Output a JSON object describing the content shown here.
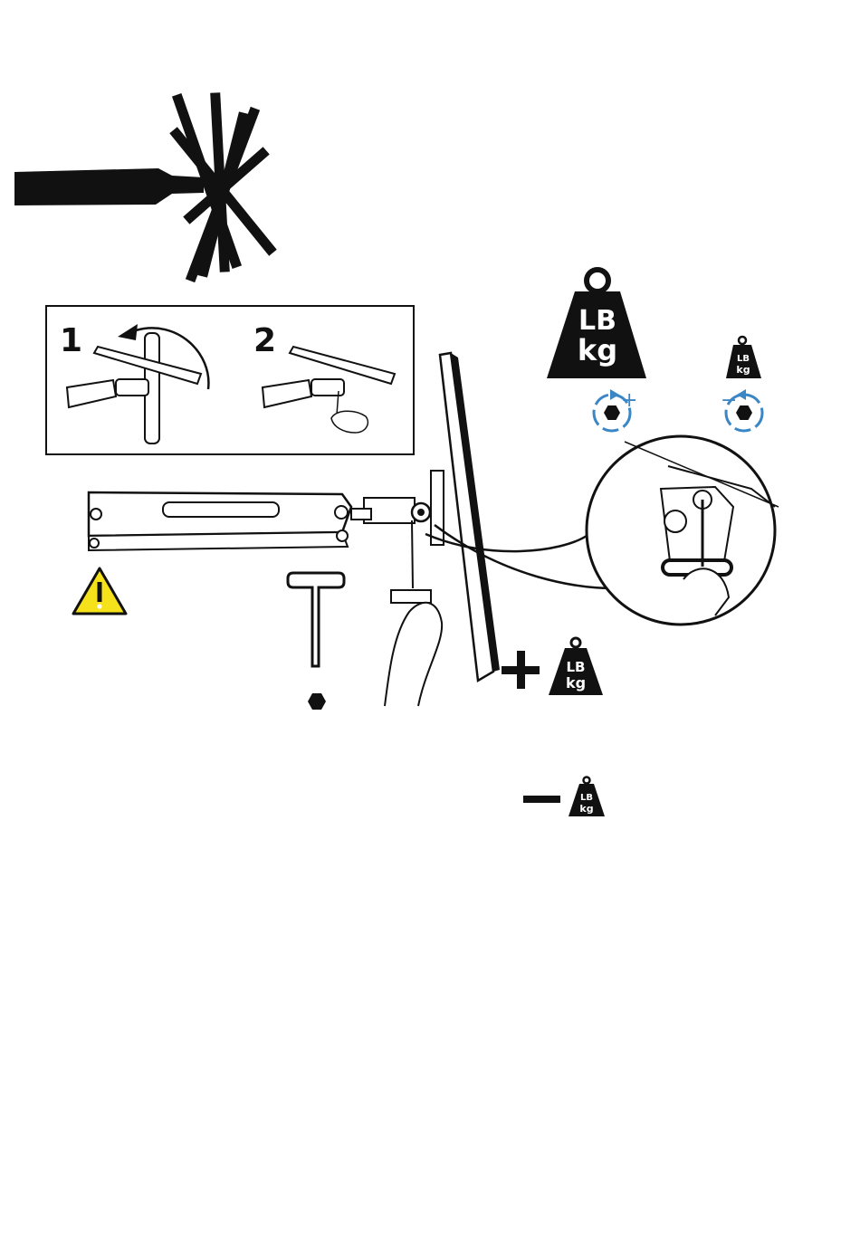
{
  "steps": [
    {
      "number": "1"
    },
    {
      "number": "2"
    }
  ],
  "weight_icons": {
    "large": {
      "line1": "LB",
      "line2": "kg"
    },
    "small": {
      "line1": "LB",
      "line2": "kg"
    },
    "plus": {
      "line1": "LB",
      "line2": "kg"
    },
    "minus": {
      "line1": "LB",
      "line2": "kg"
    }
  },
  "adjust": {
    "increase_sign": "+",
    "decrease_sign": "−"
  },
  "icons": {
    "warning": "warning-triangle-icon",
    "tool": "t-handle-hex-key-icon",
    "hex": "hex-bolt-icon",
    "rotate_cw": "rotate-clockwise-icon",
    "rotate_ccw": "rotate-counterclockwise-icon"
  },
  "colors": {
    "ink": "#111111",
    "accent_blue": "#3b86c4",
    "warning_yellow": "#f6e21b"
  }
}
